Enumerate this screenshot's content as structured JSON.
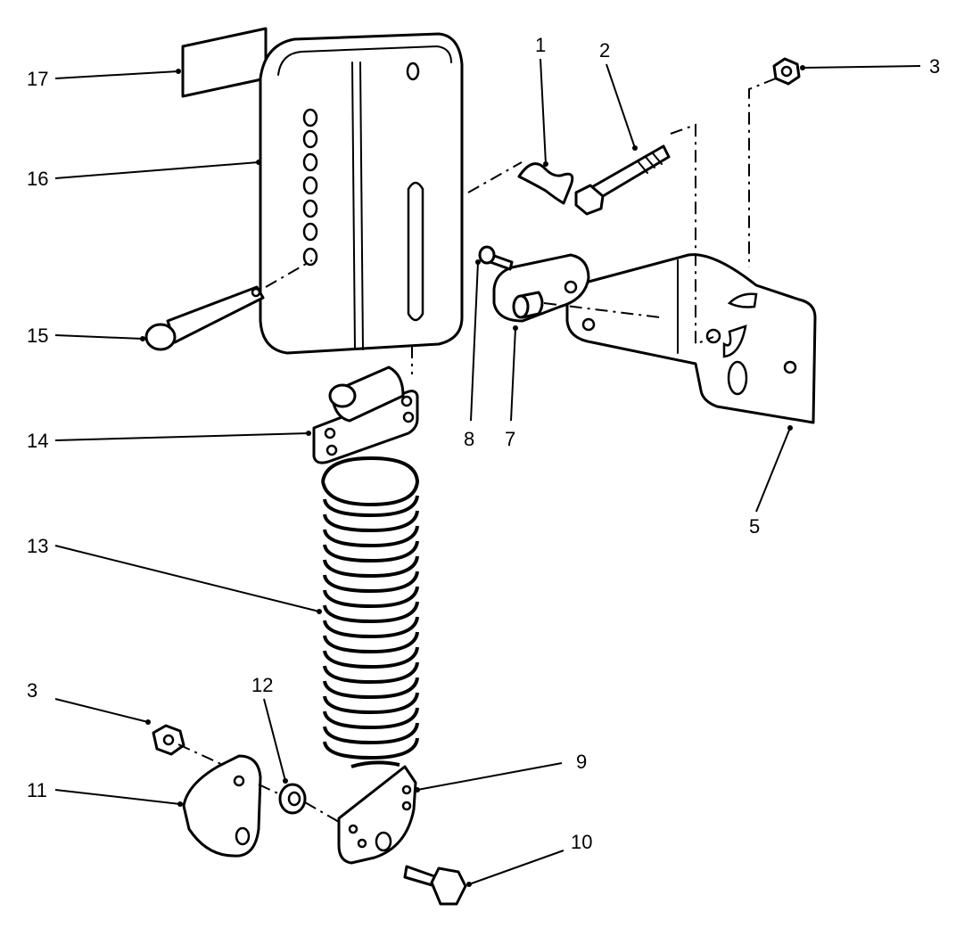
{
  "diagram": {
    "callouts": [
      {
        "id": "1",
        "label": "1"
      },
      {
        "id": "2",
        "label": "2"
      },
      {
        "id": "3a",
        "label": "3"
      },
      {
        "id": "3b",
        "label": "3"
      },
      {
        "id": "5",
        "label": "5"
      },
      {
        "id": "7",
        "label": "7"
      },
      {
        "id": "8",
        "label": "8"
      },
      {
        "id": "9",
        "label": "9"
      },
      {
        "id": "10",
        "label": "10"
      },
      {
        "id": "11",
        "label": "11"
      },
      {
        "id": "12",
        "label": "12"
      },
      {
        "id": "13",
        "label": "13"
      },
      {
        "id": "14",
        "label": "14"
      },
      {
        "id": "15",
        "label": "15"
      },
      {
        "id": "16",
        "label": "16"
      },
      {
        "id": "17",
        "label": "17"
      }
    ],
    "colors": {
      "ink": "#000000",
      "paper": "#ffffff"
    }
  }
}
